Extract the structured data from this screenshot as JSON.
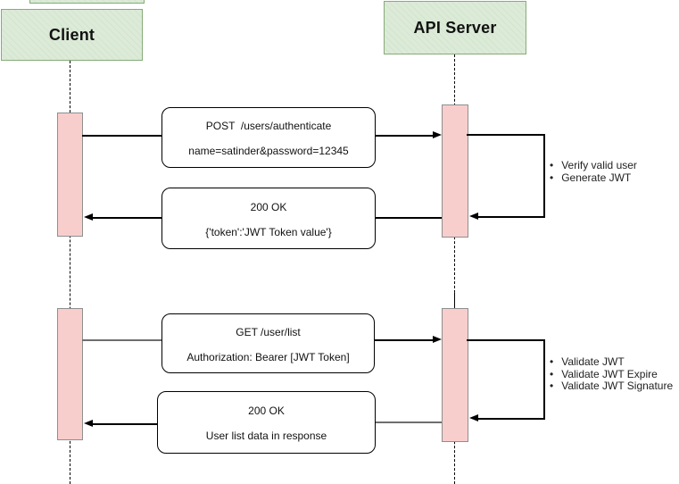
{
  "actors": [
    {
      "name": "Client"
    },
    {
      "name": "API Server"
    }
  ],
  "sections": [
    {
      "request": {
        "line1": "POST  /users/authenticate",
        "line2": "name=satinder&password=12345",
        "direction": "client-to-server"
      },
      "response": {
        "line1": "200 OK",
        "line2": "{'token':'JWT Token value'}",
        "direction": "server-to-client"
      },
      "server_actions": [
        "Verify valid user",
        "Generate JWT"
      ]
    },
    {
      "request": {
        "line1": "GET /user/list",
        "line2": "Authorization: Bearer [JWT Token]",
        "direction": "client-to-server"
      },
      "response": {
        "line1": "200 OK",
        "line2": "User list data in response",
        "direction": "server-to-client"
      },
      "server_actions": [
        "Validate JWT",
        "Validate JWT Expire",
        "Validate JWT Signature"
      ]
    }
  ],
  "colors": {
    "actor_fill": "#dcead8",
    "actor_border": "#86ab78",
    "activation_fill": "#f8cecc",
    "activation_border": "#8f8f8f",
    "line_color": "#000000"
  }
}
